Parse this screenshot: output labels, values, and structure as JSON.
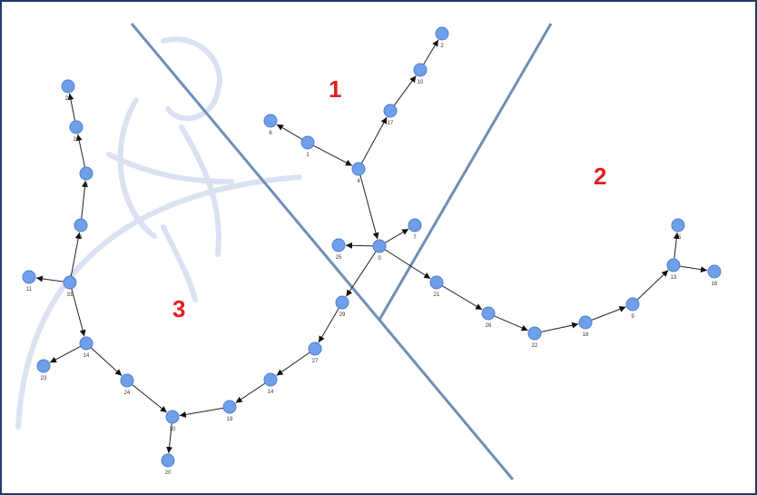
{
  "region_labels": [
    "1",
    "2",
    "3"
  ],
  "node_labels": [
    "2",
    "10",
    "17",
    "6",
    "1",
    "4",
    "7",
    "0",
    "25",
    "21",
    "26",
    "22",
    "18",
    "9",
    "13",
    "15",
    "16",
    "29",
    "28",
    "27",
    "14",
    "19",
    "30",
    "20",
    "24",
    "14",
    "23",
    "11",
    "31",
    "5",
    "8",
    "26",
    "28"
  ]
}
